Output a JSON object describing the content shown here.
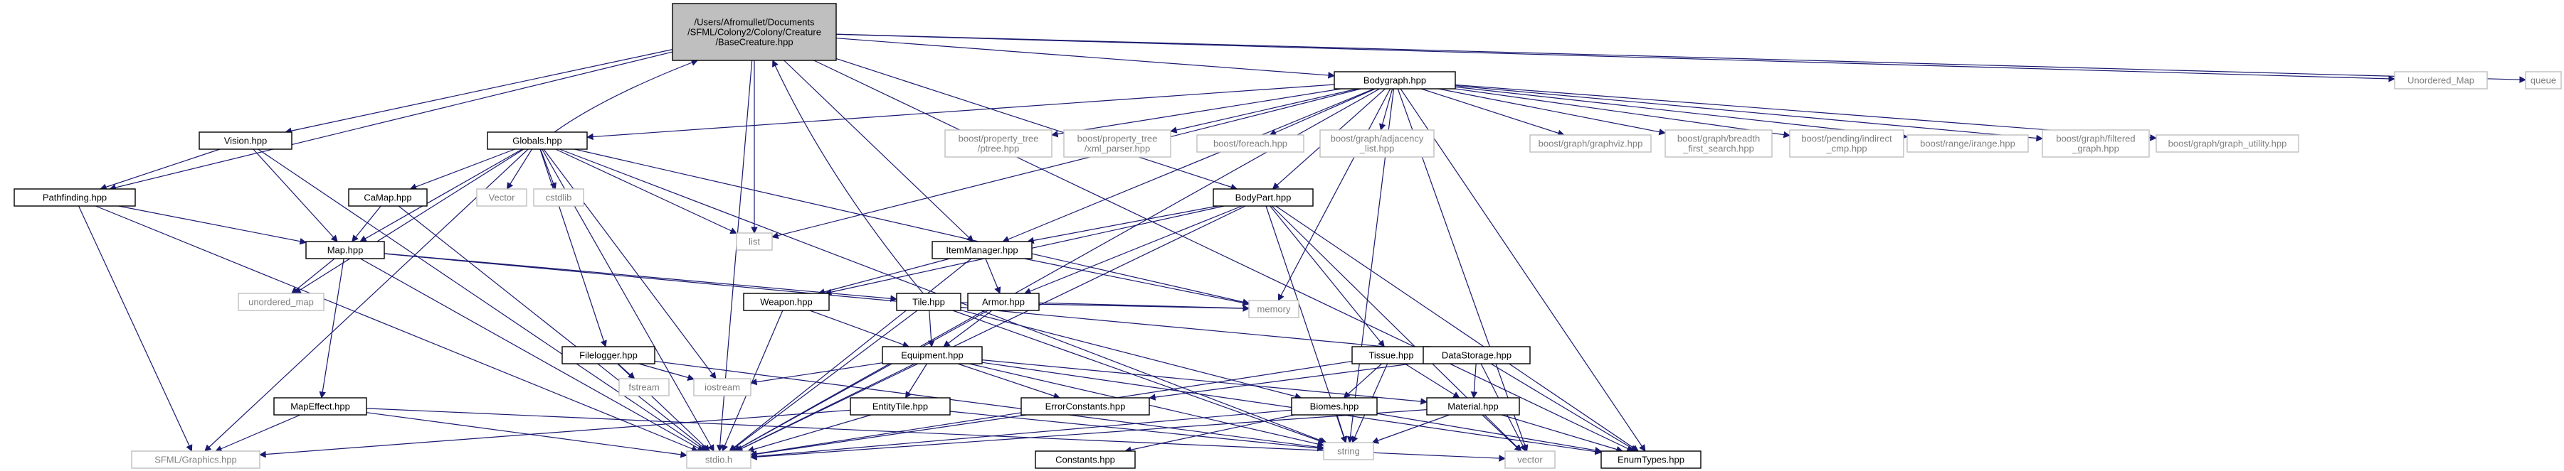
{
  "diagram": {
    "type": "include-dependency-graph",
    "nodes": [
      {
        "id": "root",
        "lines": [
          "/Users/Afromullet/Documents",
          "/SFML/Colony2/Colony/Creature",
          "/BaseCreature.hpp"
        ],
        "kind": "root"
      },
      {
        "id": "bodygraph",
        "lines": [
          "Bodygraph.hpp"
        ],
        "kind": "header"
      },
      {
        "id": "unordered_map_cap",
        "lines": [
          "Unordered_Map"
        ],
        "kind": "external"
      },
      {
        "id": "queue",
        "lines": [
          "queue"
        ],
        "kind": "external"
      },
      {
        "id": "vision",
        "lines": [
          "Vision.hpp"
        ],
        "kind": "header"
      },
      {
        "id": "globals",
        "lines": [
          "Globals.hpp"
        ],
        "kind": "header"
      },
      {
        "id": "pathfinding",
        "lines": [
          "Pathfinding.hpp"
        ],
        "kind": "header"
      },
      {
        "id": "list",
        "lines": [
          "list"
        ],
        "kind": "external"
      },
      {
        "id": "ptree",
        "lines": [
          "boost/property_tree",
          "/ptree.hpp"
        ],
        "kind": "external"
      },
      {
        "id": "xml_parser",
        "lines": [
          "boost/property_tree",
          "/xml_parser.hpp"
        ],
        "kind": "external"
      },
      {
        "id": "foreach",
        "lines": [
          "boost/foreach.hpp"
        ],
        "kind": "external"
      },
      {
        "id": "adjacency",
        "lines": [
          "boost/graph/adjacency",
          "_list.hpp"
        ],
        "kind": "external"
      },
      {
        "id": "graphviz",
        "lines": [
          "boost/graph/graphviz.hpp"
        ],
        "kind": "external"
      },
      {
        "id": "bfs",
        "lines": [
          "boost/graph/breadth",
          "_first_search.hpp"
        ],
        "kind": "external"
      },
      {
        "id": "indirect",
        "lines": [
          "boost/pending/indirect",
          "_cmp.hpp"
        ],
        "kind": "external"
      },
      {
        "id": "irange",
        "lines": [
          "boost/range/irange.hpp"
        ],
        "kind": "external"
      },
      {
        "id": "filtered",
        "lines": [
          "boost/graph/filtered",
          "_graph.hpp"
        ],
        "kind": "external"
      },
      {
        "id": "graph_utility",
        "lines": [
          "boost/graph/graph_utility.hpp"
        ],
        "kind": "external"
      },
      {
        "id": "camap",
        "lines": [
          "CaMap.hpp"
        ],
        "kind": "header"
      },
      {
        "id": "vector_cap",
        "lines": [
          "Vector"
        ],
        "kind": "external"
      },
      {
        "id": "cstdlib",
        "lines": [
          "cstdlib"
        ],
        "kind": "external"
      },
      {
        "id": "bodypart",
        "lines": [
          "BodyPart.hpp"
        ],
        "kind": "header"
      },
      {
        "id": "map",
        "lines": [
          "Map.hpp"
        ],
        "kind": "header"
      },
      {
        "id": "itemmanager",
        "lines": [
          "ItemManager.hpp"
        ],
        "kind": "header"
      },
      {
        "id": "unordered_map",
        "lines": [
          "unordered_map"
        ],
        "kind": "external"
      },
      {
        "id": "weapon",
        "lines": [
          "Weapon.hpp"
        ],
        "kind": "header"
      },
      {
        "id": "tile",
        "lines": [
          "Tile.hpp"
        ],
        "kind": "header"
      },
      {
        "id": "armor",
        "lines": [
          "Armor.hpp"
        ],
        "kind": "header"
      },
      {
        "id": "memory",
        "lines": [
          "memory"
        ],
        "kind": "external"
      },
      {
        "id": "filelogger",
        "lines": [
          "Filelogger.hpp"
        ],
        "kind": "header"
      },
      {
        "id": "equipment",
        "lines": [
          "Equipment.hpp"
        ],
        "kind": "header"
      },
      {
        "id": "tissue",
        "lines": [
          "Tissue.hpp"
        ],
        "kind": "header"
      },
      {
        "id": "datastorage",
        "lines": [
          "DataStorage.hpp"
        ],
        "kind": "header"
      },
      {
        "id": "fstream",
        "lines": [
          "fstream"
        ],
        "kind": "external"
      },
      {
        "id": "iostream",
        "lines": [
          "iostream"
        ],
        "kind": "external"
      },
      {
        "id": "entitytile",
        "lines": [
          "EntityTile.hpp"
        ],
        "kind": "header"
      },
      {
        "id": "errorconstants",
        "lines": [
          "ErrorConstants.hpp"
        ],
        "kind": "header"
      },
      {
        "id": "biomes",
        "lines": [
          "Biomes.hpp"
        ],
        "kind": "header"
      },
      {
        "id": "material",
        "lines": [
          "Material.hpp"
        ],
        "kind": "header"
      },
      {
        "id": "mapeffect",
        "lines": [
          "MapEffect.hpp"
        ],
        "kind": "header"
      },
      {
        "id": "sfml",
        "lines": [
          "SFML/Graphics.hpp"
        ],
        "kind": "external"
      },
      {
        "id": "stdio",
        "lines": [
          "stdio.h"
        ],
        "kind": "external"
      },
      {
        "id": "constants",
        "lines": [
          "Constants.hpp"
        ],
        "kind": "header"
      },
      {
        "id": "string",
        "lines": [
          "string"
        ],
        "kind": "external"
      },
      {
        "id": "vector",
        "lines": [
          "vector"
        ],
        "kind": "external"
      },
      {
        "id": "enumtypes",
        "lines": [
          "EnumTypes.hpp"
        ],
        "kind": "header"
      }
    ],
    "edges": [
      [
        "root",
        "bodygraph"
      ],
      [
        "root",
        "unordered_map_cap"
      ],
      [
        "root",
        "queue"
      ],
      [
        "root",
        "vision"
      ],
      [
        "root",
        "pathfinding"
      ],
      [
        "root",
        "list"
      ],
      [
        "root",
        "itemmanager"
      ],
      [
        "root",
        "bodypart"
      ],
      [
        "root",
        "stdio"
      ],
      [
        "root",
        "enumtypes"
      ],
      [
        "bodygraph",
        "globals"
      ],
      [
        "bodygraph",
        "list"
      ],
      [
        "bodygraph",
        "ptree"
      ],
      [
        "bodygraph",
        "xml_parser"
      ],
      [
        "bodygraph",
        "foreach"
      ],
      [
        "bodygraph",
        "adjacency"
      ],
      [
        "bodygraph",
        "graphviz"
      ],
      [
        "bodygraph",
        "bfs"
      ],
      [
        "bodygraph",
        "indirect"
      ],
      [
        "bodygraph",
        "irange"
      ],
      [
        "bodygraph",
        "filtered"
      ],
      [
        "bodygraph",
        "graph_utility"
      ],
      [
        "bodygraph",
        "bodypart"
      ],
      [
        "bodygraph",
        "itemmanager"
      ],
      [
        "bodygraph",
        "memory"
      ],
      [
        "bodygraph",
        "stdio"
      ],
      [
        "bodygraph",
        "string"
      ],
      [
        "bodygraph",
        "enumtypes"
      ],
      [
        "bodygraph",
        "vector"
      ],
      [
        "vision",
        "pathfinding"
      ],
      [
        "vision",
        "map"
      ],
      [
        "vision",
        "stdio"
      ],
      [
        "globals",
        "root"
      ],
      [
        "globals",
        "list"
      ],
      [
        "globals",
        "camap"
      ],
      [
        "globals",
        "vector_cap"
      ],
      [
        "globals",
        "cstdlib"
      ],
      [
        "globals",
        "map"
      ],
      [
        "globals",
        "unordered_map"
      ],
      [
        "globals",
        "filelogger"
      ],
      [
        "globals",
        "iostream"
      ],
      [
        "globals",
        "stdio"
      ],
      [
        "globals",
        "sfml"
      ],
      [
        "globals",
        "string"
      ],
      [
        "globals",
        "memory"
      ],
      [
        "pathfinding",
        "map"
      ],
      [
        "pathfinding",
        "sfml"
      ],
      [
        "pathfinding",
        "stdio"
      ],
      [
        "camap",
        "map"
      ],
      [
        "camap",
        "stdio"
      ],
      [
        "map",
        "unordered_map"
      ],
      [
        "map",
        "tile"
      ],
      [
        "map",
        "mapeffect"
      ],
      [
        "map",
        "datastorage"
      ],
      [
        "map",
        "stdio"
      ],
      [
        "bodypart",
        "itemmanager"
      ],
      [
        "bodypart",
        "weapon"
      ],
      [
        "bodypart",
        "armor"
      ],
      [
        "bodypart",
        "tissue"
      ],
      [
        "bodypart",
        "string"
      ],
      [
        "bodypart",
        "vector"
      ],
      [
        "bodypart",
        "enumtypes"
      ],
      [
        "bodypart",
        "stdio"
      ],
      [
        "itemmanager",
        "weapon"
      ],
      [
        "itemmanager",
        "armor"
      ],
      [
        "itemmanager",
        "memory"
      ],
      [
        "itemmanager",
        "stdio"
      ],
      [
        "weapon",
        "equipment"
      ],
      [
        "weapon",
        "stdio"
      ],
      [
        "tile",
        "root"
      ],
      [
        "tile",
        "equipment"
      ],
      [
        "tile",
        "memory"
      ],
      [
        "tile",
        "biomes"
      ],
      [
        "tile",
        "string"
      ],
      [
        "tile",
        "stdio"
      ],
      [
        "armor",
        "equipment"
      ],
      [
        "armor",
        "memory"
      ],
      [
        "armor",
        "stdio"
      ],
      [
        "filelogger",
        "fstream"
      ],
      [
        "filelogger",
        "iostream"
      ],
      [
        "filelogger",
        "stdio"
      ],
      [
        "filelogger",
        "string"
      ],
      [
        "equipment",
        "entitytile"
      ],
      [
        "equipment",
        "errorconstants"
      ],
      [
        "equipment",
        "material"
      ],
      [
        "equipment",
        "iostream"
      ],
      [
        "equipment",
        "stdio"
      ],
      [
        "equipment",
        "string"
      ],
      [
        "equipment",
        "enumtypes"
      ],
      [
        "tissue",
        "material"
      ],
      [
        "tissue",
        "biomes"
      ],
      [
        "tissue",
        "string"
      ],
      [
        "tissue",
        "stdio"
      ],
      [
        "datastorage",
        "material"
      ],
      [
        "datastorage",
        "errorconstants"
      ],
      [
        "datastorage",
        "vector"
      ],
      [
        "datastorage",
        "enumtypes"
      ],
      [
        "entitytile",
        "sfml"
      ],
      [
        "entitytile",
        "stdio"
      ],
      [
        "entitytile",
        "string"
      ],
      [
        "errorconstants",
        "stdio"
      ],
      [
        "biomes",
        "constants"
      ],
      [
        "biomes",
        "stdio"
      ],
      [
        "biomes",
        "string"
      ],
      [
        "biomes",
        "enumtypes"
      ],
      [
        "material",
        "string"
      ],
      [
        "material",
        "vector"
      ],
      [
        "material",
        "enumtypes"
      ],
      [
        "material",
        "stdio"
      ],
      [
        "mapeffect",
        "sfml"
      ],
      [
        "mapeffect",
        "stdio"
      ],
      [
        "mapeffect",
        "vector"
      ]
    ]
  },
  "colors": {
    "root_fill": "#bfbfbf",
    "header_border": "#000000",
    "external_border": "#bfbfbf",
    "external_text": "#7f7f7f",
    "header_text": "#000000",
    "edge": "#191970"
  }
}
